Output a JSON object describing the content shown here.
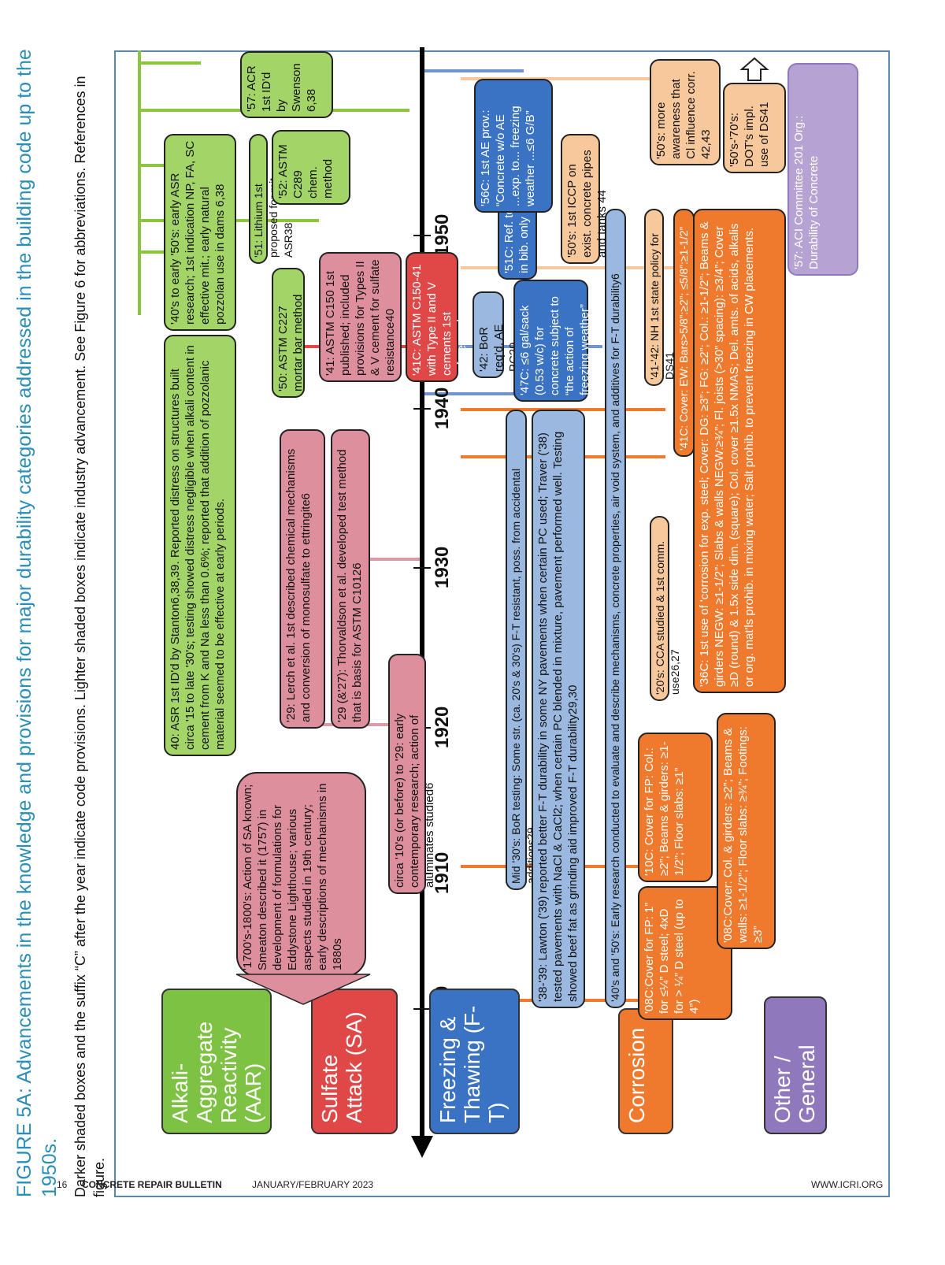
{
  "caption": {
    "title": "FIGURE 5A: Advancements in the knowledge and provisions for major durability categories addressed in the building code up to the 1950s.",
    "subtitle": "Darker shaded boxes and the suffix “C” after the year indicate code provisions. Lighter shaded boxes indicate industry advancement. See Figure 6 for abbreviations. References in figure."
  },
  "years": [
    "1900",
    "1910",
    "1920",
    "1930",
    "1940",
    "1950"
  ],
  "categories": {
    "aar": "Alkali-Aggregate Reactivity (AAR)",
    "sa": "Sulfate Attack (SA)",
    "ft": "Freezing & Thawing (F-T)",
    "co": "Corrosion",
    "ot": "Other / General"
  },
  "aar": {
    "b40": "40: ASR 1st ID'd by Stanton6,38,39. Reported distress on structures built circa '15 to late '30's; testing showed distress negligible when alkali content in cement from K and Na less than 0.6%; reported that addition of pozzolanic material seemed to be effective at early periods.",
    "b40s": "'40's to early '50's: early ASR research; 1st indication NP, FA, SC effective mit.; early natural pozzolan use in dams 6,38",
    "b51": "'51: Lithium 1st proposed for mit. ASR38",
    "b50": "'50: ASTM C227 mortar bar method",
    "b52": "'52: ASTM C289 chem. method",
    "b57": "'57: ACR 1st ID'd by Swenson 6,38"
  },
  "sa": {
    "b1700": "'1700's-1800's: Action of SA known; Smeaton described it (1757) in development of formulations for Eddystone Lighthouse; various aspects studied in 19th century; early descriptions of mechanisms in 1880s",
    "b29": "'29: Lerch et al. 1st described chemical mechanisms and conversion of monosulfate to ettringite6",
    "b2927": "'29 (&'27): Thorvaldson et al. developed test method that is basis for ASTM C10126",
    "b10s": "circa '10's (or before) to '29: early contemporary research; action of aluminates studied6",
    "b41": "'41: ASTM C150 1st published; included provisions for Types II & V cement for sulfate resistance40",
    "b41c": "'41C: ASTM C150-41 with Type II and V cements 1st referenced"
  },
  "ft": {
    "bmid30": "Mid '30's: BoR testing: Some str. (ca. 20's & 30's) F-T resistant, poss. from accidental additions29",
    "b3839": "'38-'39: Lawton ('39) reported better F-T durability in some NY pavements when certain PC used; Traver ('38) tested pavements with NaCl & CaCl2; when certain PC blended in mixture, pavement performed well. Testing showed beef fat as grinding aid improved F-T durability29,30",
    "b42": "'42: BoR req'd. AE PC29",
    "b47c": "'47C: ≤6 gal/sack (0.53 w/c) for concrete subject to “the action of freezing weather”",
    "b51c": "'51C: Ref. to AE in bib. only",
    "b56c": "'56C: 1st AE prov.: “Concrete w/o AE ...exp. to... freezing weather ...≤6 G/B”"
  },
  "co": {
    "b08c_fp": "'08C:Cover for FP: 1” for ≤¼” D steel; 4xD for > ¼” D steel (up to 4”)",
    "b10c": "'10C: Cover for FP: Col.: ≥2”; Beams & girders: ≥1-1/2”; Floor slabs: ≥1”",
    "b08c_col": "'08C:Cover: Col. & girders: ≥2”; Beams & walls: ≥1-1/2”; Floor slabs: ≥¾”; Footings: ≥3”",
    "b20s": "'20's: CCA studied & 1st comm. use26,27",
    "b36c": "'36C: 1st use of 'corrosion for exp. steel; Cover: DG: ≥3”; FG: ≥2”; Col.: ≥1-1/2”; Beams & girders NEGW: ≥1-1/2”; Slabs & walls NEGW:≥¾”; Fl. joists (>30” spacing): ≥3/4”; Cover ≥D (round) & 1.5x side dim. (square); Col. cover ≥1.5x NMAS; Del. amts. of acids, alkalis or org. mat'ls prohib. in mixing water; Salt prohib. to prevent freezing in CW placements.",
    "b41c": "'41C: Cover: EW: Bars>5/8”:≥2”; ≤5/8”:≥1-1/2”",
    "b4142": "'41-'42: NH 1st state policy for DS41",
    "b50s_iccp": "'50's: 1st ICCP on exist. concrete pipes and tanks 44",
    "b50s_cl": "'50's: more awareness that Cl influence corr. 42,43",
    "b5070": "'50's-'70's: DOT's impl. use of DS41"
  },
  "general": {
    "b4050": "'40's and '50's: Early research conducted to evaluate and describe mechanisms, concrete properties, air void system, and additives for F-T durability6",
    "b57": "'57: ACI Committee 201 Org.: Durability of Concrete"
  },
  "footer": {
    "page": "16",
    "pub": "CONCRETE REPAIR BULLETIN",
    "issue": "JANUARY/FEBRUARY 2023",
    "url": "WWW.ICRI.ORG"
  },
  "colors": {
    "caption": "#2a8fb8",
    "aar_dark": "#7dc242",
    "sa_dark": "#e04848",
    "ft_dark": "#3b73c4",
    "corrosion_dark": "#ef7a2e",
    "other": "#9b86c4"
  }
}
